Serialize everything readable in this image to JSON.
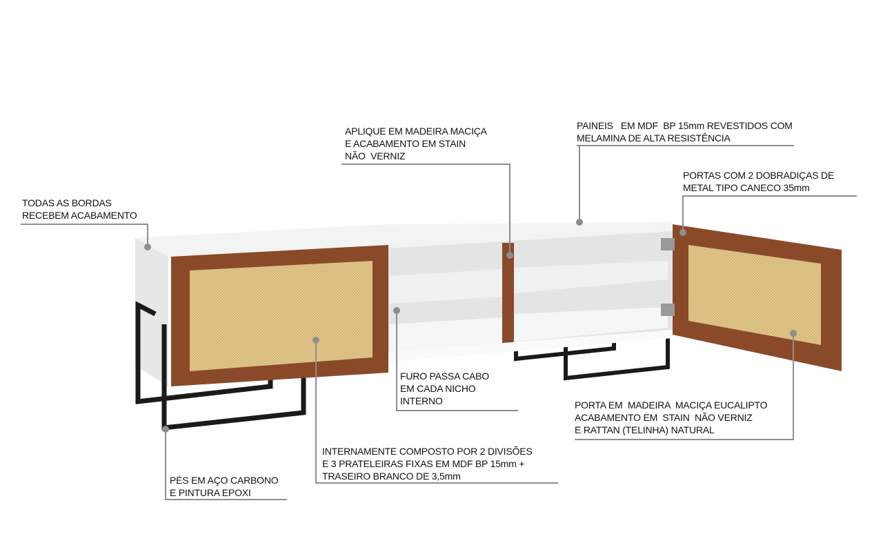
{
  "colors": {
    "wood": "#8a4a2a",
    "rattan": "#e3c98c",
    "cabinet": "#eef0ef",
    "legs": "#1a1a1a",
    "leader": "#8e8e8e"
  },
  "callouts": [
    {
      "id": "edges",
      "text": "TODAS AS BORDAS\nRECEBEM ACABAMENTO"
    },
    {
      "id": "applique",
      "text": "APLIQUE EM MADEIRA MACIÇA\nE ACABAMENTO EM STAIN\nNÃO  VERNIZ"
    },
    {
      "id": "panels",
      "text": "PAINEIS   EM MDF  BP 15mm REVESTIDOS COM\nMELAMINA DE ALTA RESISTÊNCIA"
    },
    {
      "id": "hinges",
      "text": "PORTAS COM 2 DOBRADIÇAS DE\nMETAL TIPO CANECO 35mm"
    },
    {
      "id": "cable",
      "text": "FURO PASSA CABO\nEM CADA NICHO\nINTERNO"
    },
    {
      "id": "door",
      "text": "PORTA EM  MADEIRA  MACIÇA EUCALIPTO\nACABAMENTO EM  STAIN  NÃO VERNIZ\nE RATTAN (TELINHA) NATURAL"
    },
    {
      "id": "interior",
      "text": "INTERNAMENTE COMPOSTO POR 2 DIVISÕES\nE 3 PRATELEIRAS FIXAS EM MDF BP 15mm +\nTRASEIRO BRANCO DE 3,5mm"
    },
    {
      "id": "legs",
      "text": "PÉS EM AÇO CARBONO\nE PINTURA EPOXI"
    }
  ]
}
